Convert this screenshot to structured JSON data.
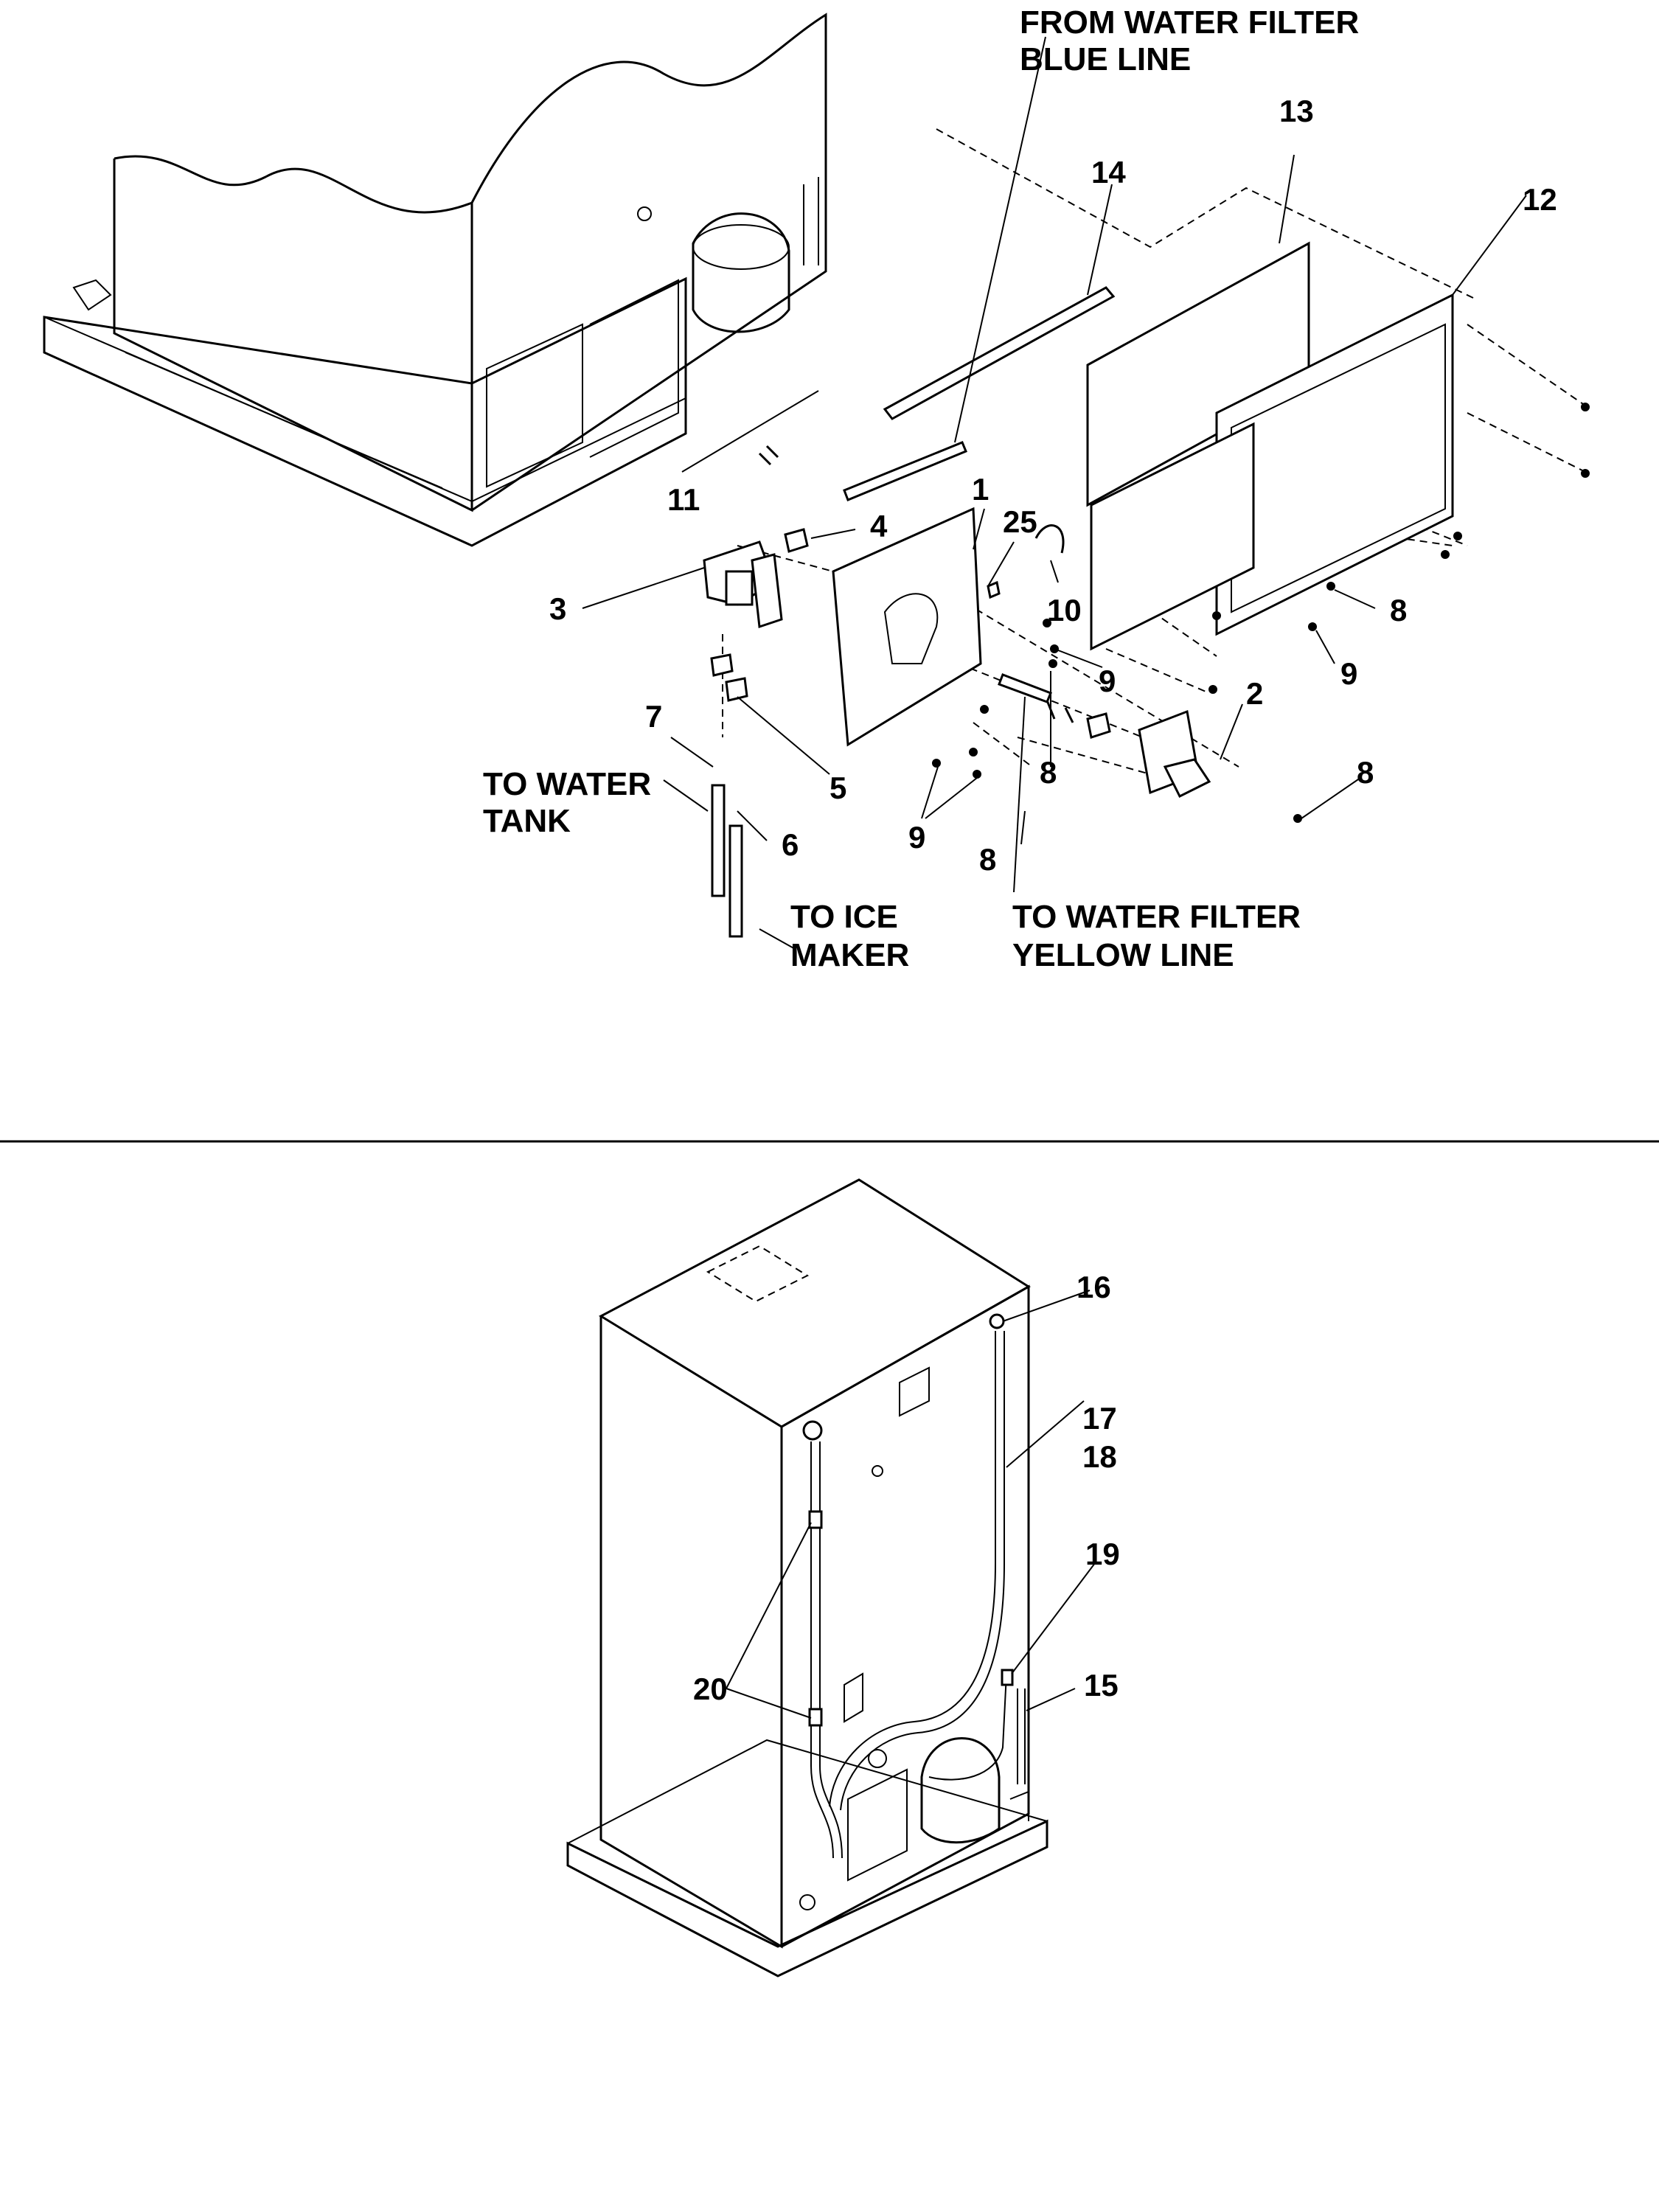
{
  "callouts": {
    "c1": "1",
    "c2": "2",
    "c3": "3",
    "c4": "4",
    "c5": "5",
    "c6": "6",
    "c7": "7",
    "c8": "8",
    "c9": "9",
    "c10": "10",
    "c11": "11",
    "c12": "12",
    "c13": "13",
    "c14": "14",
    "c15": "15",
    "c16": "16",
    "c17": "17",
    "c18": "18",
    "c19": "19",
    "c20": "20",
    "c25": "25"
  },
  "labels": {
    "from_filter_1": "FROM WATER FILTER",
    "from_filter_2": "BLUE LINE",
    "to_tank_1": "TO WATER",
    "to_tank_2": "TANK",
    "to_ice_1": "TO ICE",
    "to_ice_2": "MAKER",
    "to_filter_1": "TO WATER FILTER",
    "to_filter_2": "YELLOW LINE"
  }
}
